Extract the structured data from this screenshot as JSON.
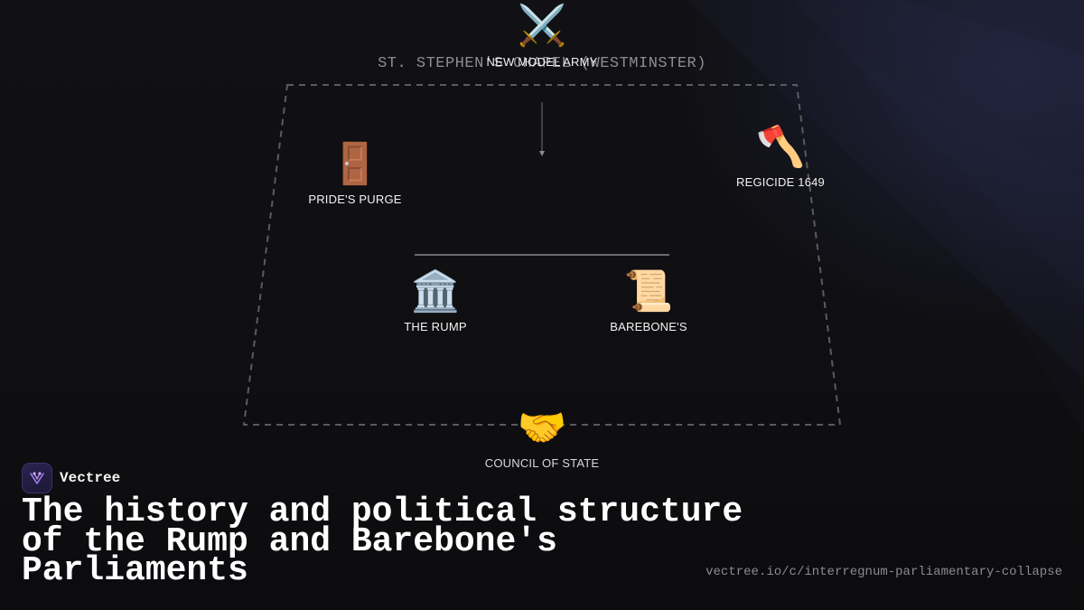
{
  "diagram": {
    "chamber": "ST. STEPHEN'S CHAPEL (WESTMINSTER)",
    "nodes": [
      {
        "id": "army",
        "icon": "⚔️",
        "icon_name": "crossed-swords-icon",
        "label": "NEW MODEL ARMY"
      },
      {
        "id": "purge",
        "icon": "🚪",
        "icon_name": "door-icon",
        "label": "PRIDE'S PURGE"
      },
      {
        "id": "regicide",
        "icon": "🪓",
        "icon_name": "axe-icon",
        "label": "REGICIDE 1649"
      },
      {
        "id": "rump",
        "icon": "🏛️",
        "icon_name": "classical-building-icon",
        "label": "THE RUMP"
      },
      {
        "id": "barebones",
        "icon": "📜",
        "icon_name": "scroll-icon",
        "label": "BAREBONE'S"
      },
      {
        "id": "council",
        "icon": "🤝",
        "icon_name": "handshake-icon",
        "label": "COUNCIL OF STATE"
      }
    ],
    "colors": {
      "boundary": "#5a5a60",
      "connector": "#6b6b72",
      "arrow": "#8a8a90"
    }
  },
  "brand": {
    "name": "Vectree"
  },
  "title_lines": [
    "The history and political structure",
    "of the Rump and Barebone's",
    "Parliaments"
  ],
  "url": "vectree.io/c/interregnum-parliamentary-collapse"
}
